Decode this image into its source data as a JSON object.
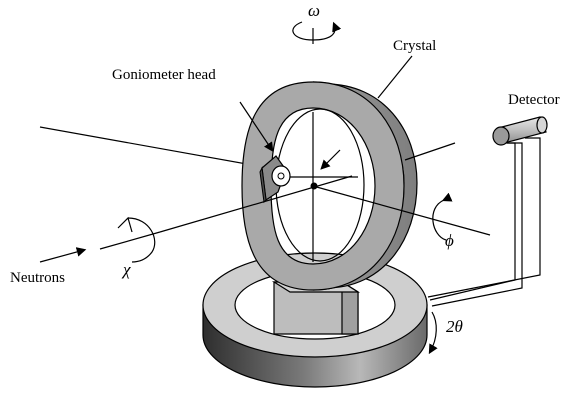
{
  "labels": {
    "omega": "ω",
    "crystal": "Crystal",
    "goniometer_head": "Goniometer head",
    "detector": "Detector",
    "chi": "χ",
    "phi": "ϕ",
    "neutrons": "Neutrons",
    "two_theta": "2θ"
  },
  "colors": {
    "ring_front": "#a9a9a9",
    "ring_side": "#8c8c8c",
    "base_top": "#cfcfcf",
    "base_side": "#5a5a5a",
    "block": "#bdbdbd",
    "detector": "#c4c4c4"
  }
}
